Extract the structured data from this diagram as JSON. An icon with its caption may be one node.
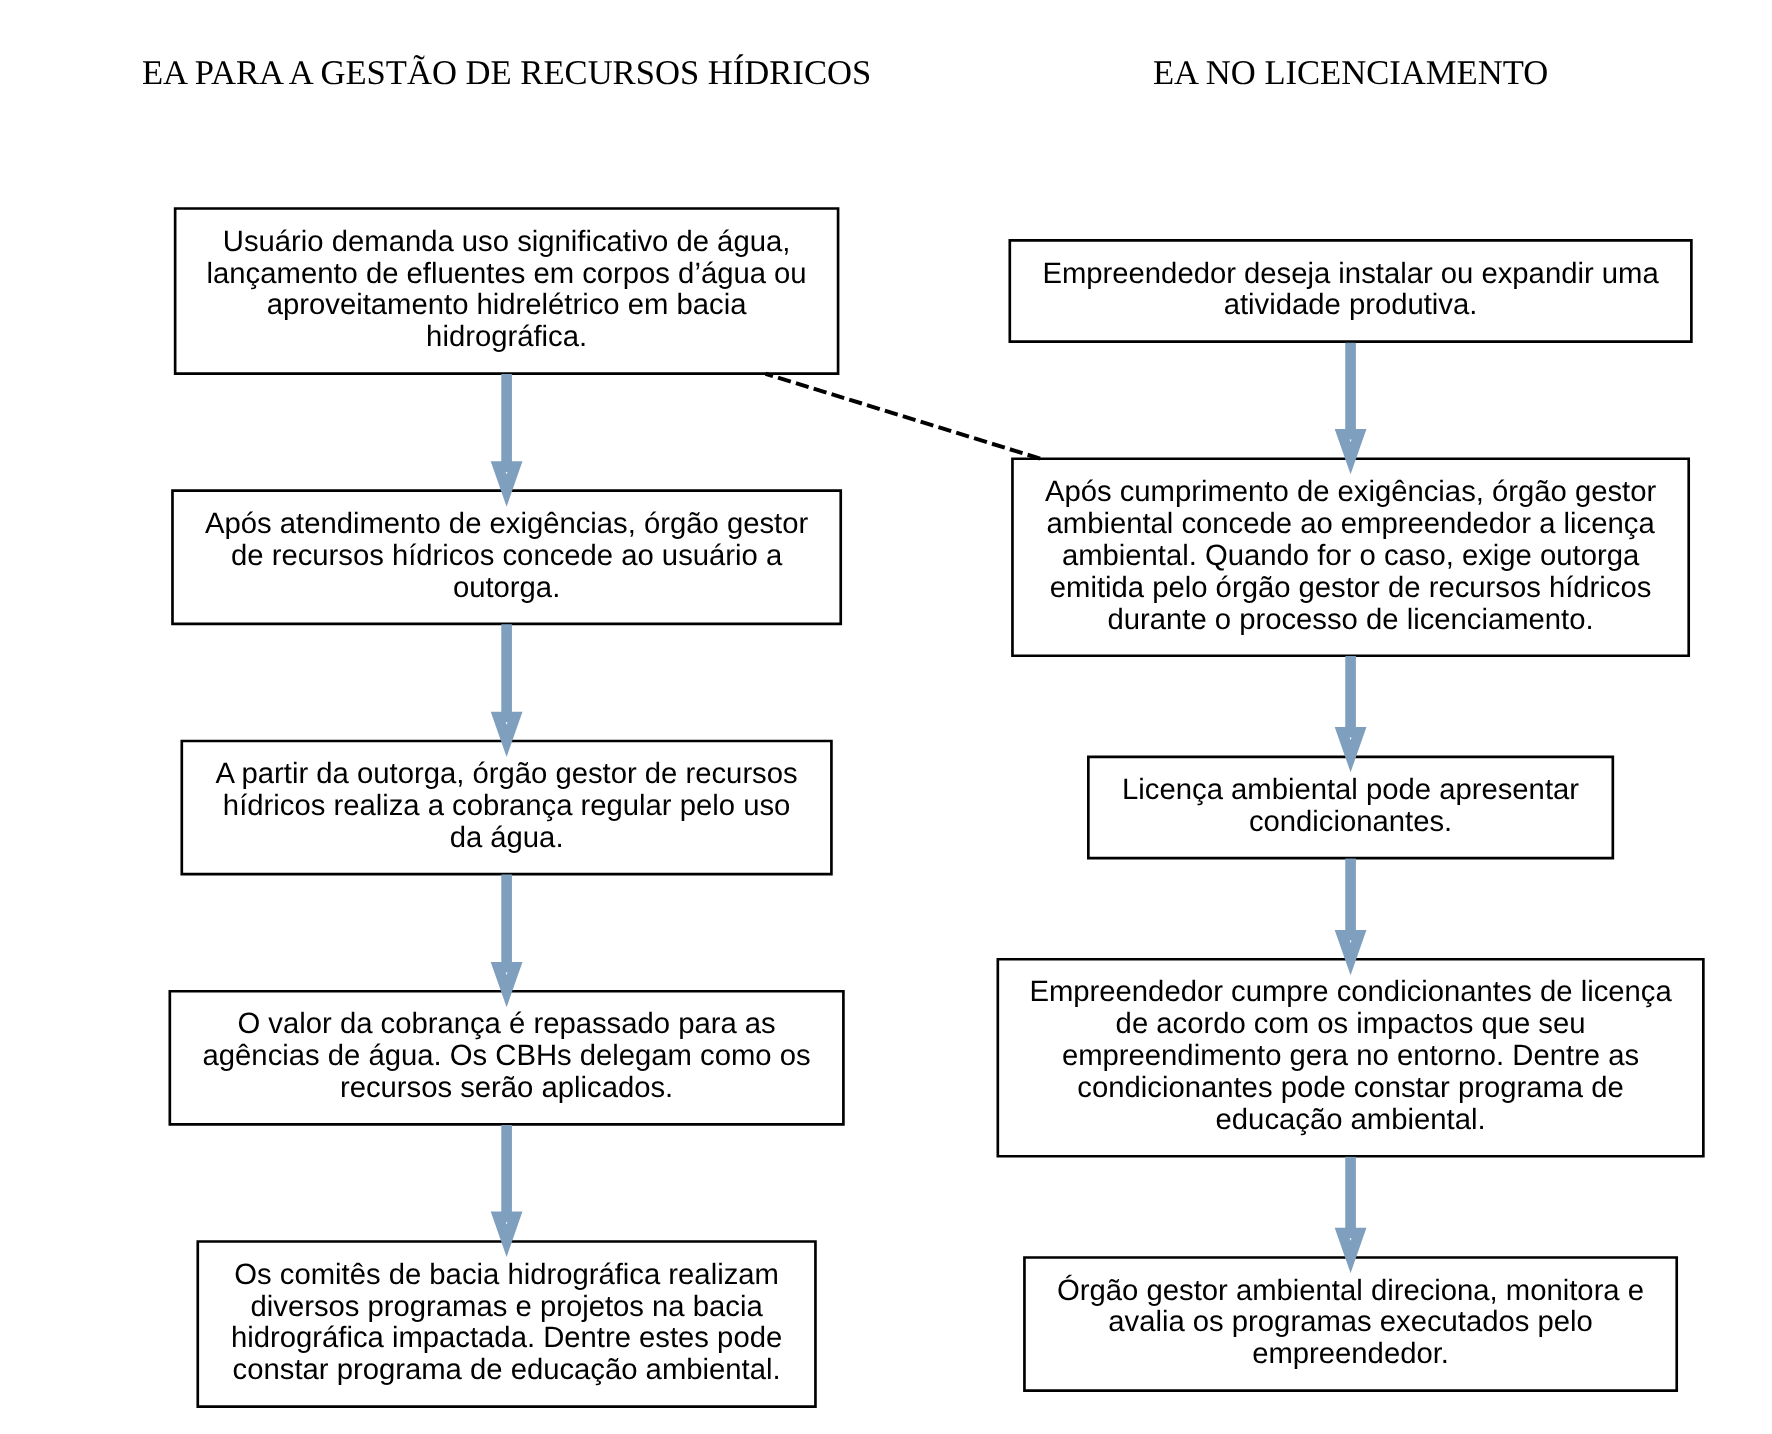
{
  "diagram": {
    "nodes": [
      {
        "text": [
          "Empreendedor deseja instalar ou expandir uma atividade produtiva."
        ]
      },
      {
        "text": [
          "Após cumprimento de exigências, órgão gestor ambiental concede ao empreendedor a licença ambiental. Quando for o caso, exige outorga emitida pelo órgão gestor de recursos hídricos durante o processo de licenciamento."
        ]
      },
      {
        "text": [
          "Licença ambiental pode apresentar condicionantes."
        ]
      },
      {
        "text": [
          "Empreendedor cumpre condicionantes de licença de acordo com os impactos que seu empreendimento gera no entorno. Dentre as condicionantes pode constar programa de educação ambiental."
        ]
      },
      {
        "text": [
          "Órgão gestor ambiental direciona, monitora e avalia os programas executados pelo empreendedor."
        ]
      },
      {
        "text": [
          "Usuário demanda uso significativo de água, lançamento de efluentes em corpos d’água ou aproveitamento hidrelétrico em bacia hidrográfica."
        ]
      },
      {
        "text": [
          "Após atendimento de exigências, órgão gestor de recursos hídricos concede ao usuário a outorga."
        ]
      },
      {
        "text": [
          "A partir da outorga, órgão gestor de recursos hídricos realiza a cobrança regular pelo uso da água."
        ]
      },
      {
        "text": [
          "O valor da cobrança é repassado para as agências de água. Os CBHs delegam como os recursos serão aplicados."
        ]
      },
      {
        "text": [
          "Os comitês de bacia hidrográfica realizam diversos programas e projetos na bacia hidrográfica impactada. Dentre estes pode constar programa de educação ambiental."
        ]
      }
    ],
    "edges": [
      {
        "from": 0,
        "to": 1,
        "arrow": "to"
      },
      {
        "from": 1,
        "to": 2,
        "arrow": "to"
      },
      {
        "from": 2,
        "to": 3,
        "arrow": "to"
      },
      {
        "from": 3,
        "to": 4,
        "arrow": "to"
      },
      {
        "from": 5,
        "to": 6,
        "arrow": "to"
      },
      {
        "from": 6,
        "to": 7,
        "arrow": "to"
      },
      {
        "from": 7,
        "to": 8,
        "arrow": "to"
      },
      {
        "from": 8,
        "to": 9,
        "arrow": "to"
      },
      {
        "from": 1,
        "to": 5,
        "arrow": "none",
        "style": "dashed",
        "color": "#000000"
      }
    ],
    "labels": [
      "EA NO LICENCIAMENTO",
      "EA PARA A GESTÃO DE RECURSOS HÍDRICOS"
    ]
  }
}
